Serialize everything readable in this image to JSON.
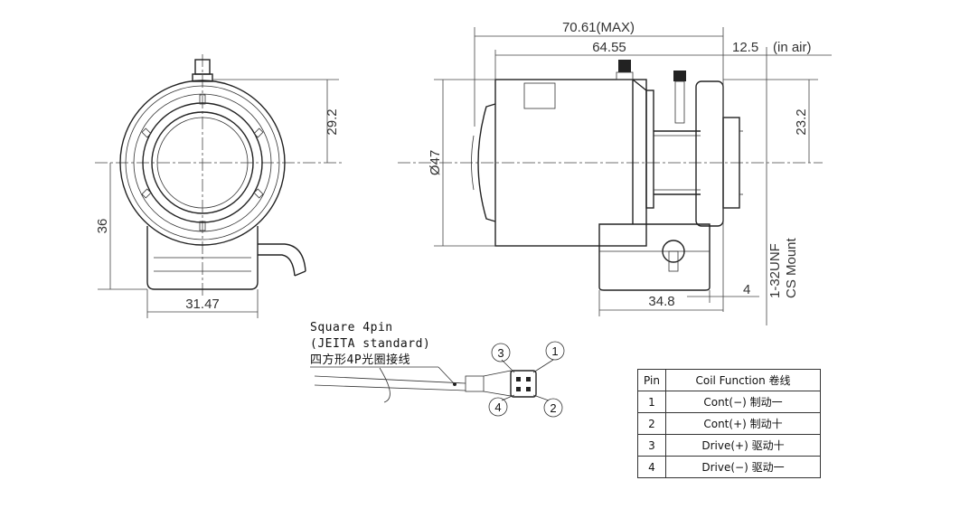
{
  "front_view": {
    "dim_height_top": "29.2",
    "dim_height_bottom": "36",
    "dim_width": "31.47"
  },
  "side_view": {
    "dim_total_length": "70.61(MAX)",
    "dim_body_length": "64.55",
    "dim_back_focus": "12.5",
    "dim_back_focus_note": "(in air)",
    "dim_diameter": "Ø47",
    "dim_mount_height": "23.2",
    "dim_box_length": "34.8",
    "dim_offset": "4",
    "mount_thread": "1-32UNF",
    "mount_type": "CS Mount"
  },
  "connector": {
    "label_line1": "Square 4pin",
    "label_line2": "(JEITA standard)",
    "label_line3": "四方形4P光圈接线",
    "pins": [
      "1",
      "2",
      "3",
      "4"
    ]
  },
  "pin_table": {
    "headers": [
      "Pin",
      "Coil Function 卷线"
    ],
    "rows": [
      {
        "pin": "1",
        "function": "Cont(−) 制动一"
      },
      {
        "pin": "2",
        "function": "Cont(+) 制动十"
      },
      {
        "pin": "3",
        "function": "Drive(+) 驱动十"
      },
      {
        "pin": "4",
        "function": "Drive(−) 驱动一"
      }
    ]
  }
}
